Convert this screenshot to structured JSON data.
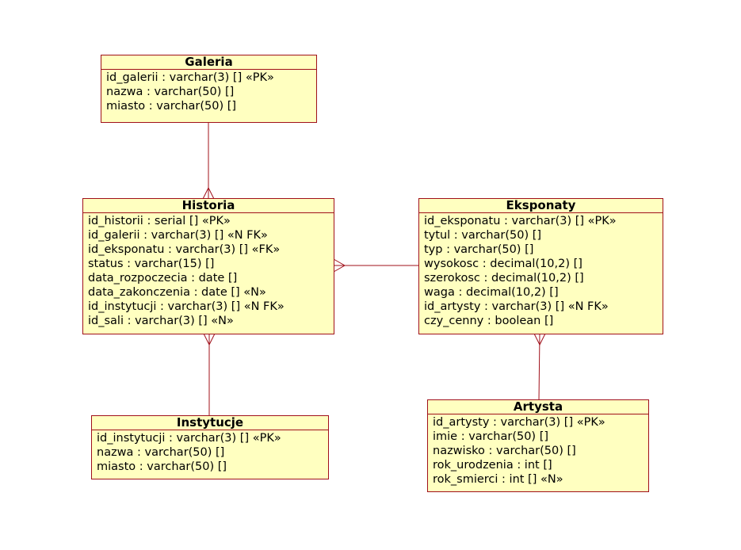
{
  "colors": {
    "entity_fill": "#ffffc0",
    "entity_border": "#a0101a",
    "relationship_line": "#a0101a"
  },
  "entities": {
    "galeria": {
      "title": "Galeria",
      "attributes": [
        "id_galerii : varchar(3) [] «PK»",
        "nazwa : varchar(50) []",
        "miasto : varchar(50) []"
      ]
    },
    "historia": {
      "title": "Historia",
      "attributes": [
        "id_historii : serial [] «PK»",
        "id_galerii : varchar(3) [] «N FK»",
        "id_eksponatu : varchar(3) [] «FK»",
        "status : varchar(15) []",
        "data_rozpoczecia : date []",
        "data_zakonczenia : date [] «N»",
        "id_instytucji : varchar(3) [] «N FK»",
        "id_sali : varchar(3) [] «N»"
      ]
    },
    "eksponaty": {
      "title": "Eksponaty",
      "attributes": [
        "id_eksponatu : varchar(3) [] «PK»",
        "tytul : varchar(50) []",
        "typ : varchar(50) []",
        "wysokosc : decimal(10,2) []",
        "szerokosc : decimal(10,2) []",
        "waga : decimal(10,2) []",
        "id_artysty : varchar(3) [] «N FK»",
        "czy_cenny : boolean []"
      ]
    },
    "instytucje": {
      "title": "Instytucje",
      "attributes": [
        "id_instytucji : varchar(3) [] «PK»",
        "nazwa : varchar(50) []",
        "miasto : varchar(50) []"
      ]
    },
    "artysta": {
      "title": "Artysta",
      "attributes": [
        "id_artysty : varchar(3) [] «PK»",
        "imie : varchar(50) []",
        "nazwisko : varchar(50) []",
        "rok_urodzenia : int []",
        "rok_smierci : int [] «N»"
      ]
    }
  },
  "relationships": [
    {
      "from": "galeria",
      "to": "historia",
      "from_end": "one",
      "to_end": "many"
    },
    {
      "from": "historia",
      "to": "eksponaty",
      "from_end": "many",
      "to_end": "one"
    },
    {
      "from": "historia",
      "to": "instytucje",
      "from_end": "many",
      "to_end": "one"
    },
    {
      "from": "eksponaty",
      "to": "artysta",
      "from_end": "many",
      "to_end": "one"
    }
  ]
}
